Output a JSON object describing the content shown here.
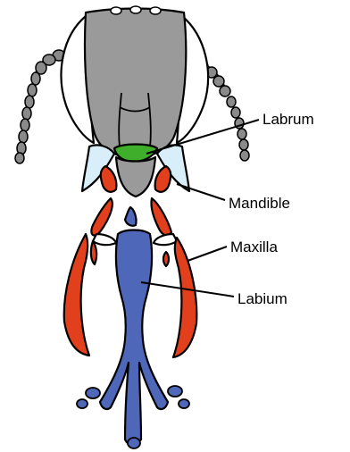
{
  "labels": {
    "labrum": "Labrum",
    "mandible": "Mandible",
    "maxilla": "Maxilla",
    "labium": "Labium"
  },
  "colors": {
    "head": "#9a9a9a",
    "labrum": "#3fae2a",
    "clypeus_sides": "#d8eef8",
    "mandible": "#e2401c",
    "maxilla": "#e2401c",
    "labium": "#4f67b8",
    "antenna": "#8a8a8a",
    "outline": "#000000"
  }
}
